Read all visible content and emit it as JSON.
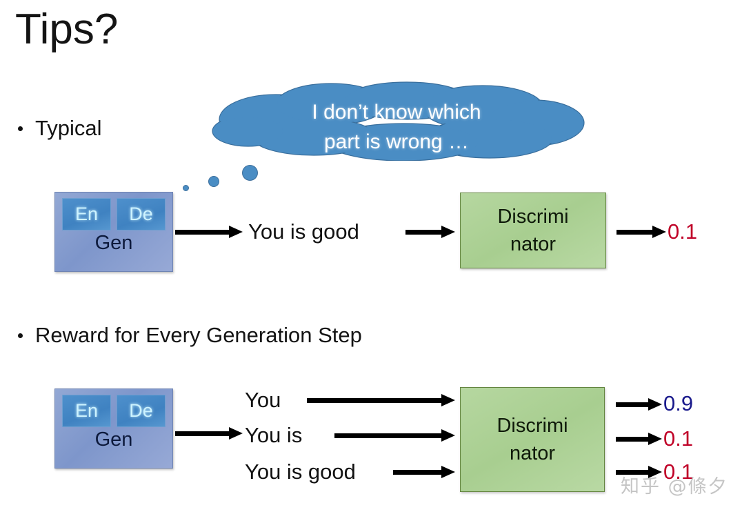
{
  "slide": {
    "title": "Tips?",
    "background_color": "#ffffff"
  },
  "bullets": [
    {
      "label": "Typical"
    },
    {
      "label": "Reward for Every Generation Step"
    }
  ],
  "thought_bubble": {
    "text": "I don’t know which part is wrong …",
    "line1": "I don’t know which",
    "line2": "part is wrong …",
    "fill_color": "#4a8dc4",
    "text_color": "#ffffff"
  },
  "typical_row": {
    "generator": {
      "encoder_label": "En",
      "decoder_label": "De",
      "name_label": "Gen",
      "fill_color": "#8699ce",
      "sub_fill_color": "#4588c6"
    },
    "sequence_text": "You  is  good",
    "discriminator": {
      "line1": "Discrimi",
      "line2": "nator",
      "fill_color": "#a9d08e"
    },
    "score": {
      "value": "0.1",
      "color": "#c00028"
    }
  },
  "reward_row": {
    "generator": {
      "encoder_label": "En",
      "decoder_label": "De",
      "name_label": "Gen",
      "fill_color": "#8699ce",
      "sub_fill_color": "#4588c6"
    },
    "steps": [
      {
        "text": "You",
        "score": "0.9",
        "score_color": "#1a1a8c"
      },
      {
        "text": "You  is",
        "score": "0.1",
        "score_color": "#c00028"
      },
      {
        "text": "You  is  good",
        "score": "0.1",
        "score_color": "#c00028"
      }
    ],
    "discriminator": {
      "line1": "Discrimi",
      "line2": "nator",
      "fill_color": "#a9d08e"
    }
  },
  "watermark": {
    "text": "知乎 @條夕"
  }
}
